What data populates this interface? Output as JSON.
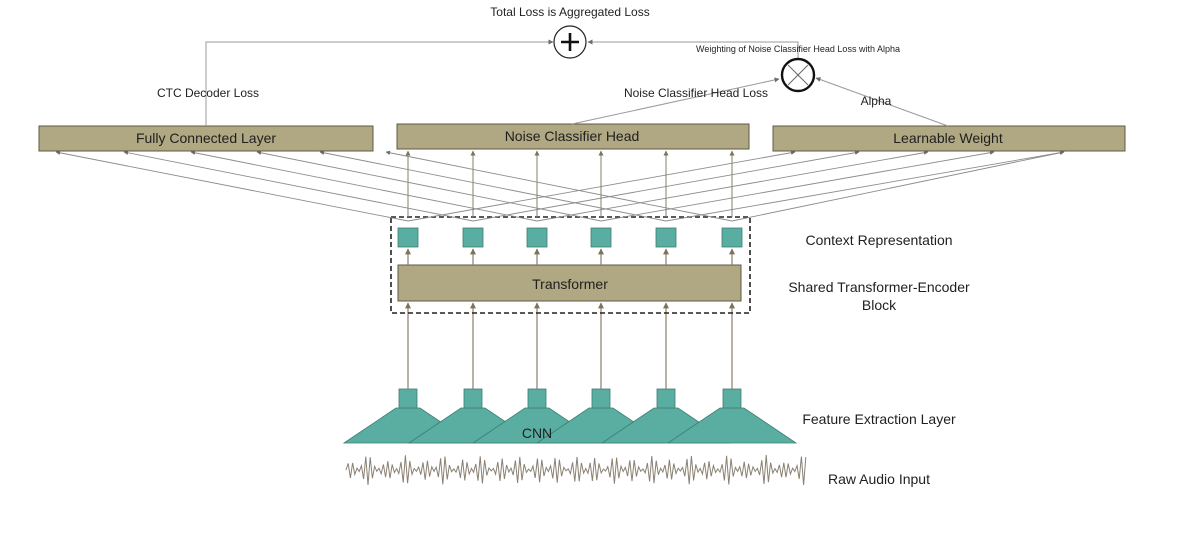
{
  "title": "Total Loss is Aggregated Loss",
  "labels": {
    "ctc_loss": "CTC Decoder Loss",
    "noise_loss": "Noise Classifier Head Loss",
    "weighting": "Weighting of Noise Classifier Head Loss with Alpha",
    "alpha": "Alpha",
    "fully_connected": "Fully Connected Layer",
    "noise_head": "Noise Classifier Head",
    "learnable_weight": "Learnable Weight",
    "transformer": "Transformer",
    "cnn": "CNN",
    "context_representation": "Context Representation",
    "shared_block_line1": "Shared Transformer-Encoder",
    "shared_block_line2": "Block",
    "feature_extraction": "Feature Extraction Layer",
    "raw_audio": "Raw Audio Input"
  },
  "colors": {
    "box_fill": "#b0a783",
    "box_stroke": "#5f5a45",
    "teal": "#5aaea1",
    "teal_stroke": "#3d7d73",
    "arrow": "#8a7f6c",
    "line": "#8c8c8c",
    "wave": "#8a8173"
  },
  "icons": {
    "sum": "plus-circle-icon",
    "product": "times-circle-icon"
  }
}
